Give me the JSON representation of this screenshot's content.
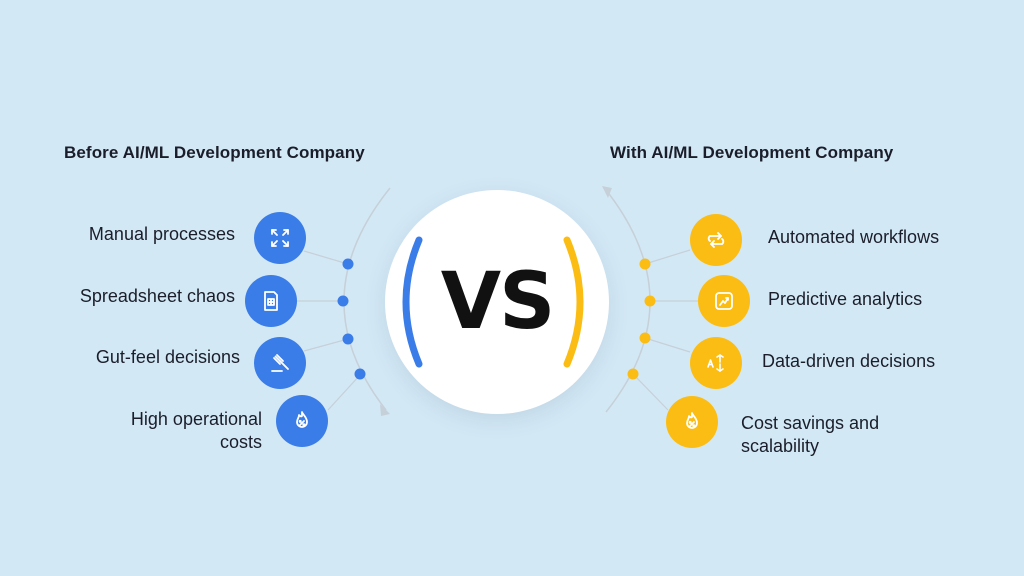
{
  "left_heading": "Before AI/ML Development Company",
  "right_heading": "With AI/ML Development Company",
  "center_text": "VS",
  "colors": {
    "background": "#d3e8f5",
    "before_accent": "#3b7de8",
    "with_accent": "#fbbd14"
  },
  "before_items": [
    {
      "label": "Manual processes",
      "icon": "arrows-collapse-icon"
    },
    {
      "label": "Spreadsheet chaos",
      "icon": "spreadsheet-icon"
    },
    {
      "label": "Gut-feel decisions",
      "icon": "gavel-icon"
    },
    {
      "label": "High operational",
      "label2": "costs",
      "icon": "flame-percent-icon"
    }
  ],
  "with_items": [
    {
      "label": "Automated workflows",
      "icon": "workflow-arrows-icon"
    },
    {
      "label": "Predictive analytics",
      "icon": "analytics-chart-icon"
    },
    {
      "label": "Data-driven decisions",
      "icon": "data-translate-icon"
    },
    {
      "label": "Cost savings and",
      "label2": "scalability",
      "icon": "flame-percent-icon"
    }
  ]
}
